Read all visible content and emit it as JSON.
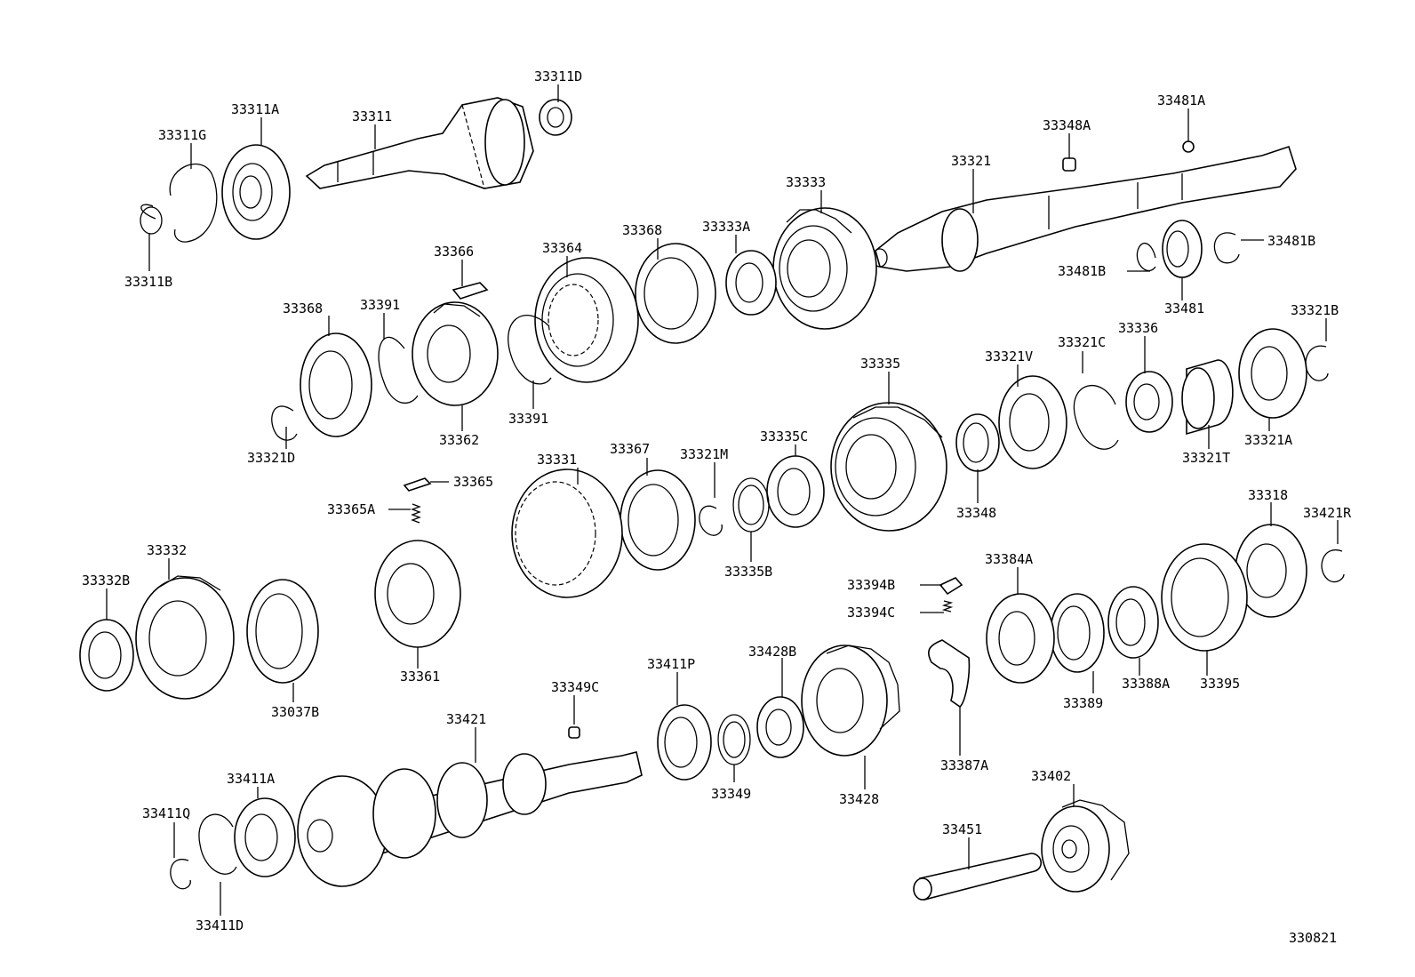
{
  "diagram_code": "330821",
  "labels": [
    {
      "id": "l1",
      "text": "33311D"
    },
    {
      "id": "l2",
      "text": "33311A"
    },
    {
      "id": "l3",
      "text": "33311"
    },
    {
      "id": "l4",
      "text": "33311G"
    },
    {
      "id": "l5",
      "text": "33311B"
    },
    {
      "id": "l6",
      "text": "33348A"
    },
    {
      "id": "l7",
      "text": "33481A"
    },
    {
      "id": "l8",
      "text": "33321"
    },
    {
      "id": "l9",
      "text": "33333"
    },
    {
      "id": "l10",
      "text": "33333A"
    },
    {
      "id": "l11",
      "text": "33368"
    },
    {
      "id": "l12",
      "text": "33364"
    },
    {
      "id": "l13",
      "text": "33366"
    },
    {
      "id": "l14",
      "text": "33481B"
    },
    {
      "id": "l15",
      "text": "33481B"
    },
    {
      "id": "l16",
      "text": "33481"
    },
    {
      "id": "l17",
      "text": "33368"
    },
    {
      "id": "l18",
      "text": "33391"
    },
    {
      "id": "l19",
      "text": "33321B"
    },
    {
      "id": "l20",
      "text": "33336"
    },
    {
      "id": "l21",
      "text": "33321C"
    },
    {
      "id": "l22",
      "text": "33321V"
    },
    {
      "id": "l23",
      "text": "33335"
    },
    {
      "id": "l24",
      "text": "33391"
    },
    {
      "id": "l25",
      "text": "33362"
    },
    {
      "id": "l26",
      "text": "33321D"
    },
    {
      "id": "l27",
      "text": "33321A"
    },
    {
      "id": "l28",
      "text": "33321T"
    },
    {
      "id": "l29",
      "text": "33335C"
    },
    {
      "id": "l30",
      "text": "33321M"
    },
    {
      "id": "l31",
      "text": "33367"
    },
    {
      "id": "l32",
      "text": "33331"
    },
    {
      "id": "l33",
      "text": "33365"
    },
    {
      "id": "l34",
      "text": "33365A"
    },
    {
      "id": "l35",
      "text": "33348"
    },
    {
      "id": "l36",
      "text": "33318"
    },
    {
      "id": "l37",
      "text": "33421R"
    },
    {
      "id": "l38",
      "text": "33332"
    },
    {
      "id": "l39",
      "text": "33332B"
    },
    {
      "id": "l40",
      "text": "33335B"
    },
    {
      "id": "l41",
      "text": "33394B"
    },
    {
      "id": "l42",
      "text": "33384A"
    },
    {
      "id": "l43",
      "text": "33394C"
    },
    {
      "id": "l44",
      "text": "33361"
    },
    {
      "id": "l45",
      "text": "33037B"
    },
    {
      "id": "l46",
      "text": "33411P"
    },
    {
      "id": "l47",
      "text": "33428B"
    },
    {
      "id": "l48",
      "text": "33349C"
    },
    {
      "id": "l49",
      "text": "33395"
    },
    {
      "id": "l50",
      "text": "33388A"
    },
    {
      "id": "l51",
      "text": "33389"
    },
    {
      "id": "l52",
      "text": "33421"
    },
    {
      "id": "l53",
      "text": "33387A"
    },
    {
      "id": "l54",
      "text": "33349"
    },
    {
      "id": "l55",
      "text": "33428"
    },
    {
      "id": "l56",
      "text": "33411A"
    },
    {
      "id": "l57",
      "text": "33402"
    },
    {
      "id": "l58",
      "text": "33411Q"
    },
    {
      "id": "l59",
      "text": "33451"
    },
    {
      "id": "l60",
      "text": "33411D"
    }
  ]
}
